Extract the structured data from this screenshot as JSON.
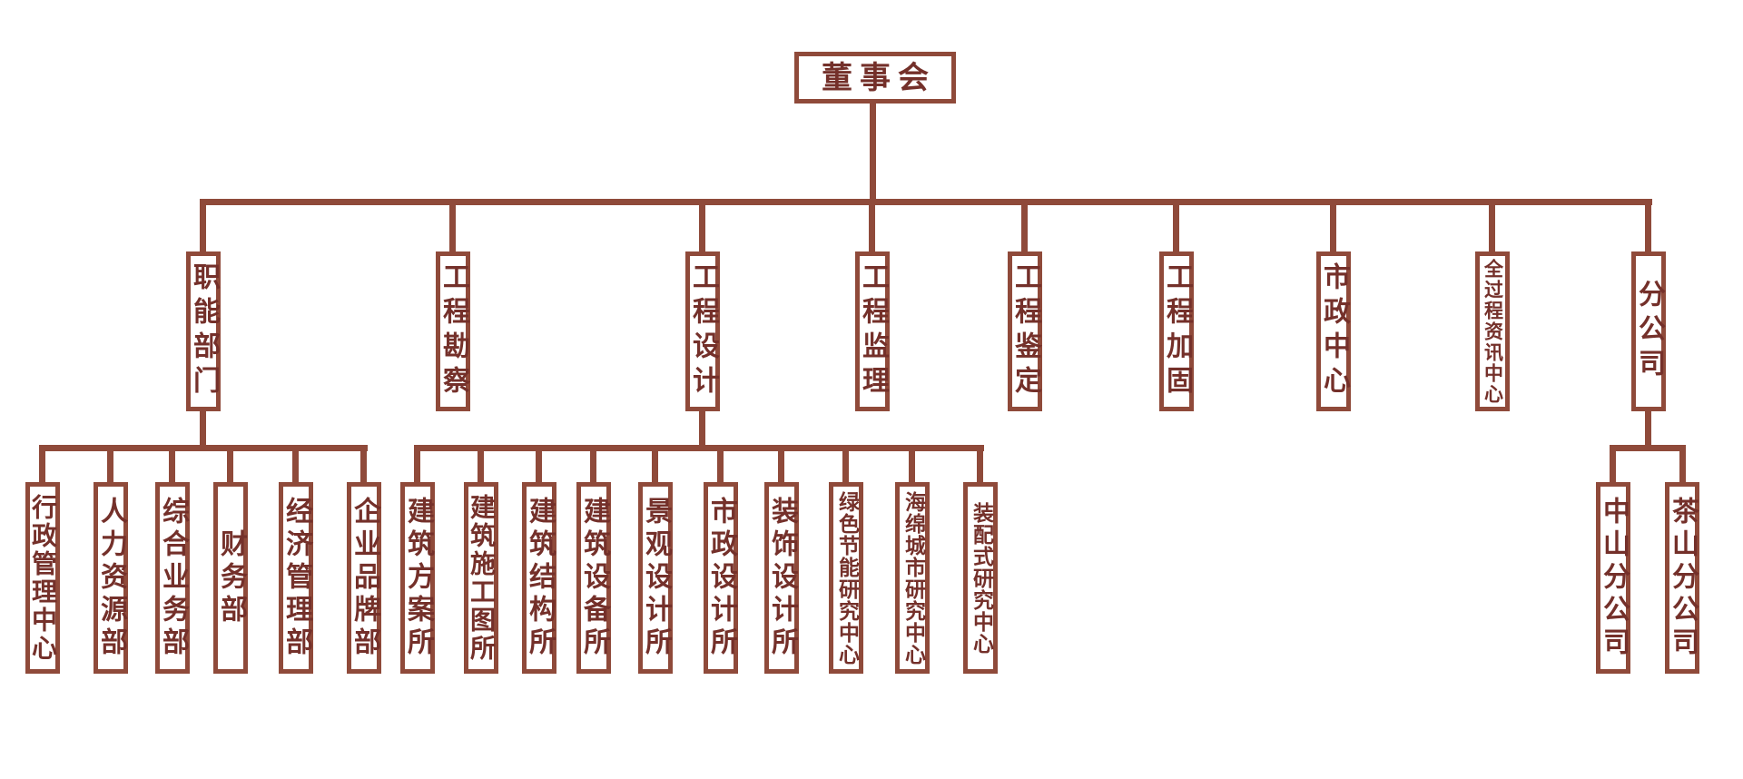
{
  "colors": {
    "line": "#8F4A3A",
    "text": "#74302A",
    "background": "#FFFFFF"
  },
  "org": {
    "root": {
      "label": "董事会"
    },
    "departments": [
      {
        "label": "职能部门",
        "children": [
          "行政管理中心",
          "人力资源部",
          "综合业务部",
          "财务部",
          "经济管理部",
          "企业品牌部"
        ]
      },
      {
        "label": "工程勘察",
        "children": []
      },
      {
        "label": "工程设计",
        "children": [
          "建筑方案所",
          "建筑施工图所",
          "建筑结构所",
          "建筑设备所",
          "景观设计所",
          "市政设计所",
          "装饰设计所",
          "绿色节能研究中心",
          "海绵城市研究中心",
          "装配式研究中心"
        ]
      },
      {
        "label": "工程监理",
        "children": []
      },
      {
        "label": "工程鉴定",
        "children": []
      },
      {
        "label": "工程加固",
        "children": []
      },
      {
        "label": "市政中心",
        "children": []
      },
      {
        "label": "全过程资讯中心",
        "children": []
      },
      {
        "label": "分公司",
        "children": [
          "中山分公司",
          "茶山分公司"
        ]
      }
    ]
  }
}
